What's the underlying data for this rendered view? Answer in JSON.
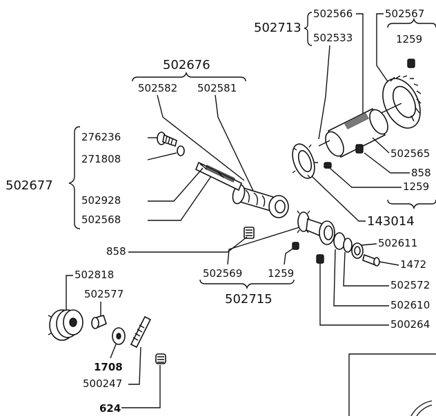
{
  "labels": {
    "l502713": "502713",
    "l502566": "502566",
    "l502533": "502533",
    "l502567": "502567",
    "l1259_top": "1259",
    "l502676": "502676",
    "l502582": "502582",
    "l502581": "502581",
    "l276236": "276236",
    "l271808": "271808",
    "l502677": "502677",
    "l502928": "502928",
    "l502568": "502568",
    "l502565": "502565",
    "l858_right": "858",
    "l1259_right": "1259",
    "l143014": "143014",
    "l858_left": "858",
    "l502569": "502569",
    "l1259_mid": "1259",
    "l502715": "502715",
    "l502611": "502611",
    "l1472": "1472",
    "l502572": "502572",
    "l502610": "502610",
    "l500264": "500264",
    "l502818": "502818",
    "l502577": "502577",
    "l1708": "1708",
    "l500247": "500247",
    "l624": "624"
  }
}
